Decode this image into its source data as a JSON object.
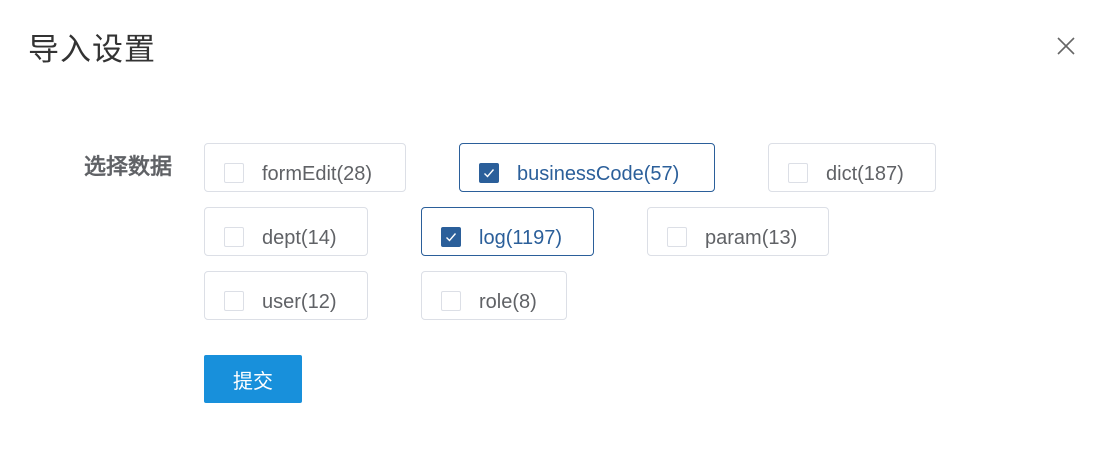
{
  "dialog": {
    "title": "导入设置",
    "close_icon": "close-icon"
  },
  "form": {
    "label": "选择数据",
    "options": [
      {
        "label": "formEdit(28)",
        "checked": false
      },
      {
        "label": "businessCode(57)",
        "checked": true
      },
      {
        "label": "dict(187)",
        "checked": false
      },
      {
        "label": "dept(14)",
        "checked": false
      },
      {
        "label": "log(1197)",
        "checked": true
      },
      {
        "label": "param(13)",
        "checked": false
      },
      {
        "label": "user(12)",
        "checked": false
      },
      {
        "label": "role(8)",
        "checked": false
      }
    ],
    "submit_label": "提交"
  },
  "colors": {
    "accent": "#2b5f9a",
    "button": "#1890db",
    "border": "#dcdfe6",
    "text": "#606266"
  }
}
